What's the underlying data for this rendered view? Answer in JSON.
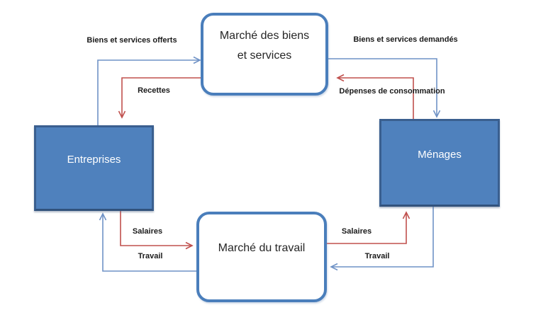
{
  "diagram": {
    "type": "circular-flow-economic-diagram",
    "background": "#ffffff",
    "colors": {
      "flow_blue": "#6f92c6",
      "flow_red": "#c0504d",
      "node_fill_blue": "#4f81bd",
      "node_border_dark": "#3a5f8f",
      "rounded_node_border": "#4a7ebb",
      "text_dark": "#1a1a1a",
      "text_light": "#ffffff"
    },
    "nodes": {
      "market_goods": {
        "line1": "Marché des biens",
        "line2": "et services"
      },
      "entreprises": {
        "label": "Entreprises"
      },
      "menages": {
        "label": "Ménages"
      },
      "market_labor": {
        "label": "Marché du travail"
      }
    },
    "edges": {
      "goods_offered": {
        "label": "Biens et services offerts",
        "from": "Entreprises",
        "to": "Marché des biens et services",
        "color": "blue"
      },
      "recettes": {
        "label": "Recettes",
        "from": "Marché des biens et services",
        "to": "Entreprises",
        "color": "red"
      },
      "goods_demanded": {
        "label": "Biens et services demandés",
        "from": "Marché des biens et services",
        "to": "Ménages",
        "color": "blue"
      },
      "depenses": {
        "label": "Dépenses de consommation",
        "from": "Ménages",
        "to": "Marché des biens et services",
        "color": "red"
      },
      "salaires_left": {
        "label": "Salaires",
        "from": "Entreprises",
        "to": "Marché du travail",
        "color": "red"
      },
      "travail_left": {
        "label": "Travail",
        "from": "Marché du travail",
        "to": "Entreprises",
        "color": "blue"
      },
      "salaires_right": {
        "label": "Salaires",
        "from": "Marché du travail",
        "to": "Ménages",
        "color": "red"
      },
      "travail_right": {
        "label": "Travail",
        "from": "Ménages",
        "to": "Marché du travail",
        "color": "blue"
      }
    }
  }
}
